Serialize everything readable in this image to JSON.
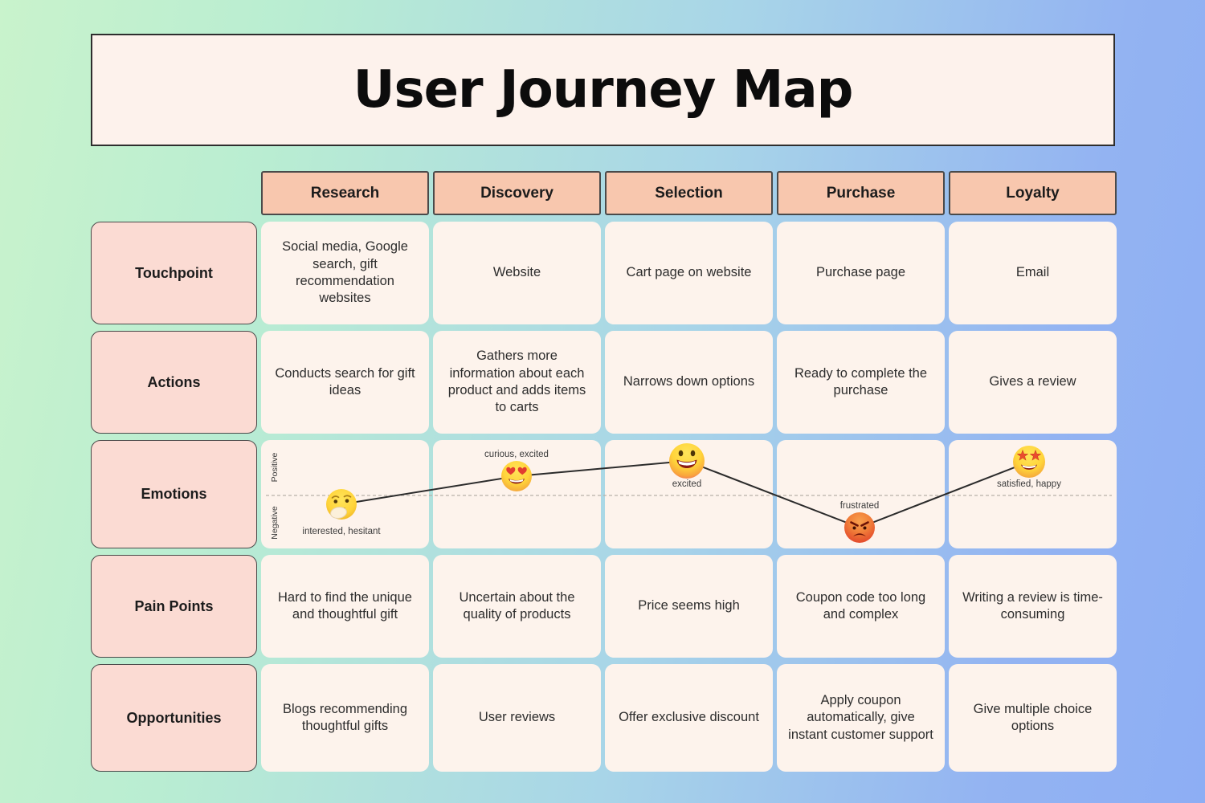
{
  "header": {
    "title": "User Journey Map"
  },
  "stages": [
    "Research",
    "Discovery",
    "Selection",
    "Purchase",
    "Loyalty"
  ],
  "row_labels": [
    "Touchpoint",
    "Actions",
    "Emotions",
    "Pain Points",
    "Opportunities"
  ],
  "touchpoint": [
    "Social media, Google search, gift recommendation websites",
    "Website",
    "Cart page on website",
    "Purchase page",
    "Email"
  ],
  "actions": [
    "Conducts search for gift ideas",
    "Gathers more information about each product and adds items to carts",
    "Narrows down options",
    "Ready to complete the purchase",
    "Gives a review"
  ],
  "emotions": {
    "axis_positive": "Positive",
    "axis_negative": "Negative",
    "points": [
      {
        "stage": "Research",
        "label": "interested, hesitant",
        "emoji": "thinking-hand-on-chin",
        "sentiment": "slightly-negative"
      },
      {
        "stage": "Discovery",
        "label": "curious, excited",
        "emoji": "heart-eyes",
        "sentiment": "positive"
      },
      {
        "stage": "Selection",
        "label": "excited",
        "emoji": "big-grin",
        "sentiment": "very-positive"
      },
      {
        "stage": "Purchase",
        "label": "frustrated",
        "emoji": "angry-face",
        "sentiment": "negative"
      },
      {
        "stage": "Loyalty",
        "label": "satisfied, happy",
        "emoji": "star-struck",
        "sentiment": "very-positive"
      }
    ]
  },
  "pain_points": [
    "Hard to find the unique and thoughtful gift",
    "Uncertain about the quality of products",
    "Price seems high",
    "Coupon code too long and complex",
    "Writing a review is time-consuming"
  ],
  "opportunities": [
    "Blogs recommending thoughtful gifts",
    "User reviews",
    "Offer exclusive discount",
    "Apply coupon automatically, give instant customer support",
    "Give multiple choice options"
  ],
  "colors": {
    "background_left": "#c9f3cc",
    "background_right": "#8daef4",
    "stage_header_fill": "#f8c7ae",
    "row_header_fill": "#fbdbd3",
    "cell_fill": "#fdf3ec",
    "title_fill": "#fdf2ec",
    "journey_line": "#2b2b2b",
    "baseline_dashed": "#b8b1a9"
  }
}
